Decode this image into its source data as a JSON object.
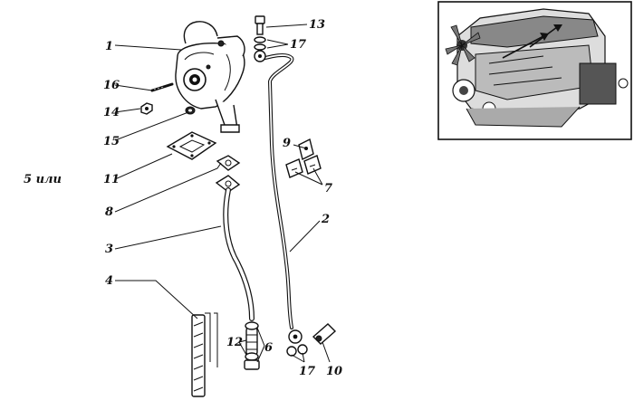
{
  "labels": {
    "p1": "1",
    "p2": "2",
    "p3": "3",
    "p4": "4",
    "p5": "5 или",
    "p6": "6",
    "p7": "7",
    "p8": "8",
    "p9": "9",
    "p10": "10",
    "p11": "11",
    "p12": "12",
    "p13": "13",
    "p14": "14",
    "p15": "15",
    "p16": "16",
    "p17a": "17",
    "p17b": "17"
  },
  "colors": {
    "ink": "#111111",
    "paper": "#ffffff"
  }
}
